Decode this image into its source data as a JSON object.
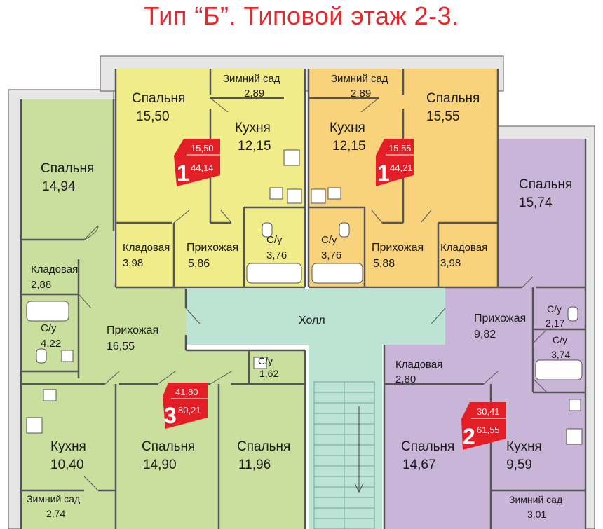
{
  "title": "Тип “Б”. Типовой этаж 2-3.",
  "colors": {
    "yellow": "#f1ec8a",
    "orange": "#f9d27c",
    "green": "#cadf9e",
    "purple": "#c9b5d8",
    "hall": "#bde3d4",
    "badge": "#e21f26"
  },
  "rooms": {
    "y_bed": {
      "name": "Спальня",
      "area": "15,50"
    },
    "y_garden": {
      "name": "Зимний сад",
      "area": "2,89"
    },
    "y_kitchen": {
      "name": "Кухня",
      "area": "12,15"
    },
    "y_storage": {
      "name": "Кладовая",
      "area": "3,98"
    },
    "y_hall": {
      "name": "Прихожая",
      "area": "5,86"
    },
    "y_bath": {
      "name": "С/у",
      "area": "3,76"
    },
    "o_garden": {
      "name": "Зимний сад",
      "area": "2,89"
    },
    "o_bed": {
      "name": "Спальня",
      "area": "15,55"
    },
    "o_kitchen": {
      "name": "Кухня",
      "area": "12,15"
    },
    "o_bath": {
      "name": "С/у",
      "area": "3,76"
    },
    "o_hall": {
      "name": "Прихожая",
      "area": "5,88"
    },
    "o_storage": {
      "name": "Кладовая",
      "area": "3,98"
    },
    "g_bed1": {
      "name": "Спальня",
      "area": "14,94"
    },
    "g_storage": {
      "name": "Кладовая",
      "area": "2,88"
    },
    "g_bath": {
      "name": "С/у",
      "area": "4,22"
    },
    "g_hall": {
      "name": "Прихожая",
      "area": "16,55"
    },
    "g_wc": {
      "name": "С/у",
      "area": "1,62"
    },
    "g_kitchen": {
      "name": "Кухня",
      "area": "10,40"
    },
    "g_bed2": {
      "name": "Спальня",
      "area": "14,90"
    },
    "g_bed3": {
      "name": "Спальня",
      "area": "11,96"
    },
    "g_garden": {
      "name": "Зимний сад",
      "area": "2,74"
    },
    "p_bed1": {
      "name": "Спальня",
      "area": "15,74"
    },
    "p_hall": {
      "name": "Прихожая",
      "area": "9,82"
    },
    "p_bath1": {
      "name": "С/у",
      "area": "2,17"
    },
    "p_bath2": {
      "name": "С/у",
      "area": "3,74"
    },
    "p_storage": {
      "name": "Кладовая",
      "area": "2,80"
    },
    "p_bed2": {
      "name": "Спальня",
      "area": "14,67"
    },
    "p_kitchen": {
      "name": "Кухня",
      "area": "9,59"
    },
    "p_garden": {
      "name": "Зимний сад",
      "area": "3,01"
    },
    "common_hall": {
      "name": "Холл"
    }
  },
  "apartments": {
    "apt1_left": {
      "rooms": "1",
      "living": "15,50",
      "total": "44,14"
    },
    "apt1_right": {
      "rooms": "1",
      "living": "15,55",
      "total": "44,21"
    },
    "apt3": {
      "rooms": "3",
      "living": "41,80",
      "total": "80,21"
    },
    "apt2": {
      "rooms": "2",
      "living": "30,41",
      "total": "61,55"
    }
  }
}
